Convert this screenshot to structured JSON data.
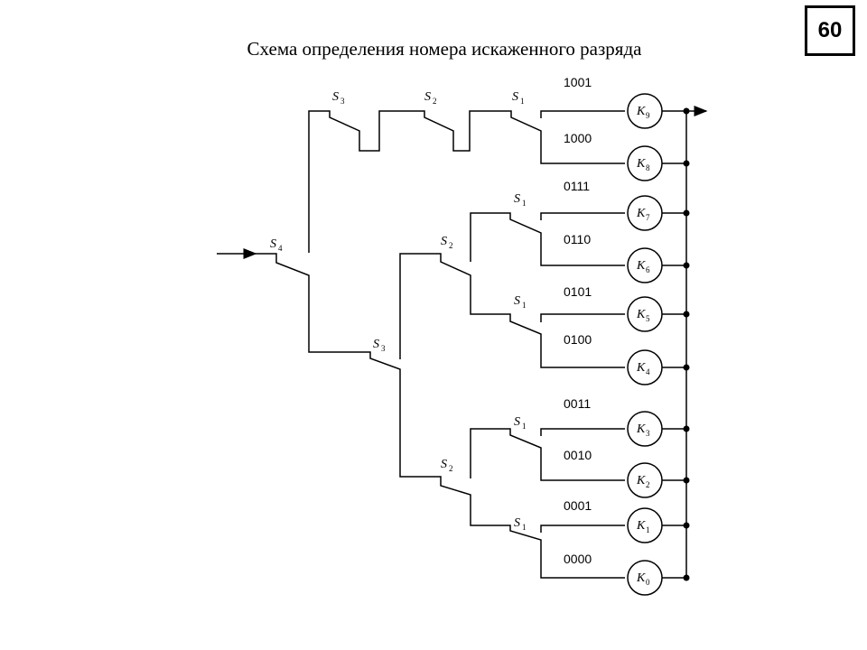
{
  "page_number": "60",
  "title": "Схема определения номера искаженного разряда",
  "switches": {
    "s4": {
      "letter": "S",
      "index": "4"
    },
    "s3_top": {
      "letter": "S",
      "index": "3"
    },
    "s2_top": {
      "letter": "S",
      "index": "2"
    },
    "s1_top": {
      "letter": "S",
      "index": "1"
    },
    "s3_mid": {
      "letter": "S",
      "index": "3"
    },
    "s2_upper": {
      "letter": "S",
      "index": "2"
    },
    "s1_a": {
      "letter": "S",
      "index": "1"
    },
    "s1_b": {
      "letter": "S",
      "index": "1"
    },
    "s2_lower": {
      "letter": "S",
      "index": "2"
    },
    "s1_c": {
      "letter": "S",
      "index": "1"
    },
    "s1_d": {
      "letter": "S",
      "index": "1"
    }
  },
  "outputs": [
    {
      "code": "1001",
      "letter": "K",
      "index": "9"
    },
    {
      "code": "1000",
      "letter": "K",
      "index": "8"
    },
    {
      "code": "0111",
      "letter": "K",
      "index": "7"
    },
    {
      "code": "0110",
      "letter": "K",
      "index": "6"
    },
    {
      "code": "0101",
      "letter": "K",
      "index": "5"
    },
    {
      "code": "0100",
      "letter": "K",
      "index": "4"
    },
    {
      "code": "0011",
      "letter": "K",
      "index": "3"
    },
    {
      "code": "0010",
      "letter": "K",
      "index": "2"
    },
    {
      "code": "0001",
      "letter": "K",
      "index": "1"
    },
    {
      "code": "0000",
      "letter": "K",
      "index": "0"
    }
  ]
}
